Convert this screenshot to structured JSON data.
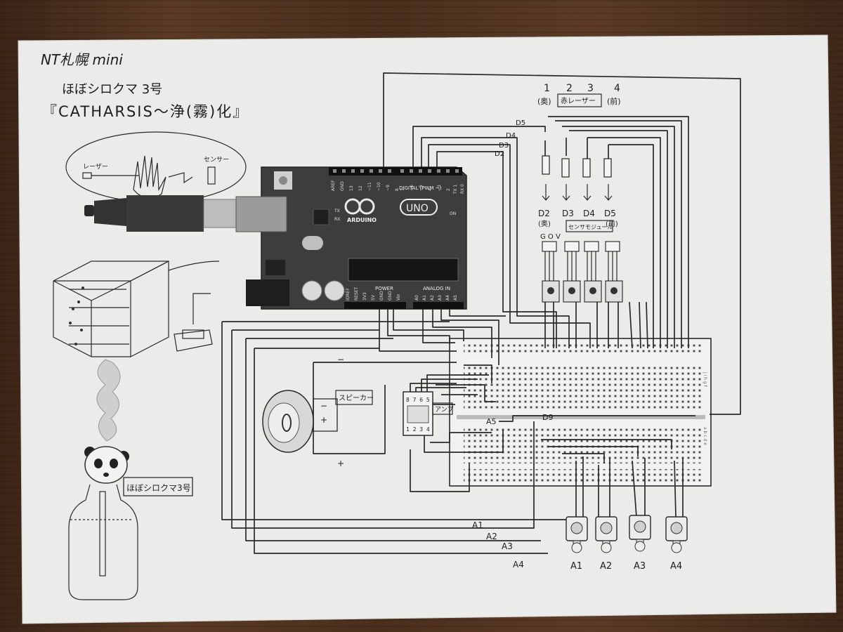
{
  "title": {
    "line1": "NT札幌 mini",
    "line2": "ほぼシロクマ 3号",
    "line3": "『CATHARSIS～浄(霧)化』"
  },
  "sketch": {
    "laser_label": "レーザー",
    "sensor_label": "センサー"
  },
  "arduino": {
    "logo_text": "ARDUINO",
    "model": "UNO",
    "digital_header": "DIGITAL (PWM ~)",
    "power_label": "POWER",
    "analog_label": "ANALOG IN",
    "tx_label": "TX",
    "rx_label": "RX",
    "on_label": "ON",
    "aref_label": "AREF",
    "gnd_label": "GND",
    "digital_pins": [
      "13",
      "12",
      "~11",
      "~10",
      "~9",
      "8",
      "7",
      "~6",
      "~5",
      "4",
      "~3",
      "2",
      "TX 1",
      "RX 0"
    ],
    "power_pins": [
      "IOREF",
      "RESET",
      "3V3",
      "5V",
      "GND",
      "GND",
      "Vin"
    ],
    "analog_pins": [
      "A0",
      "A1",
      "A2",
      "A3",
      "A4",
      "A5"
    ]
  },
  "lasers": {
    "numbers": [
      "1",
      "2",
      "3",
      "4"
    ],
    "n1_note": "(奥)",
    "n4_note": "(前)",
    "red_laser_label": "赤レーザー"
  },
  "sensors": {
    "pins": [
      "D2",
      "D3",
      "D4",
      "D5"
    ],
    "d2_note": "(奥)",
    "d5_note": "(前)",
    "gov": "G O V",
    "module_label": "センサモジュール"
  },
  "digital_wires": [
    "D5",
    "D4",
    "D3",
    "D2"
  ],
  "speaker": {
    "label": "スピーカー",
    "minus": "−",
    "plus": "+"
  },
  "amp": {
    "label": "アンプ",
    "top_pins": "8 7 6 5",
    "bottom_pins": "1 2 3 4"
  },
  "breadboard": {
    "signal_a5": "A5",
    "signal_d9": "D9",
    "row_letters_top": "j i h g f",
    "row_letters_bottom": "a b c d e"
  },
  "analog_wires": [
    "A1",
    "A2",
    "A3",
    "A4"
  ],
  "knobs": [
    "A1",
    "A2",
    "A3",
    "A4"
  ],
  "panda_label": "ほぼシロクマ3号"
}
